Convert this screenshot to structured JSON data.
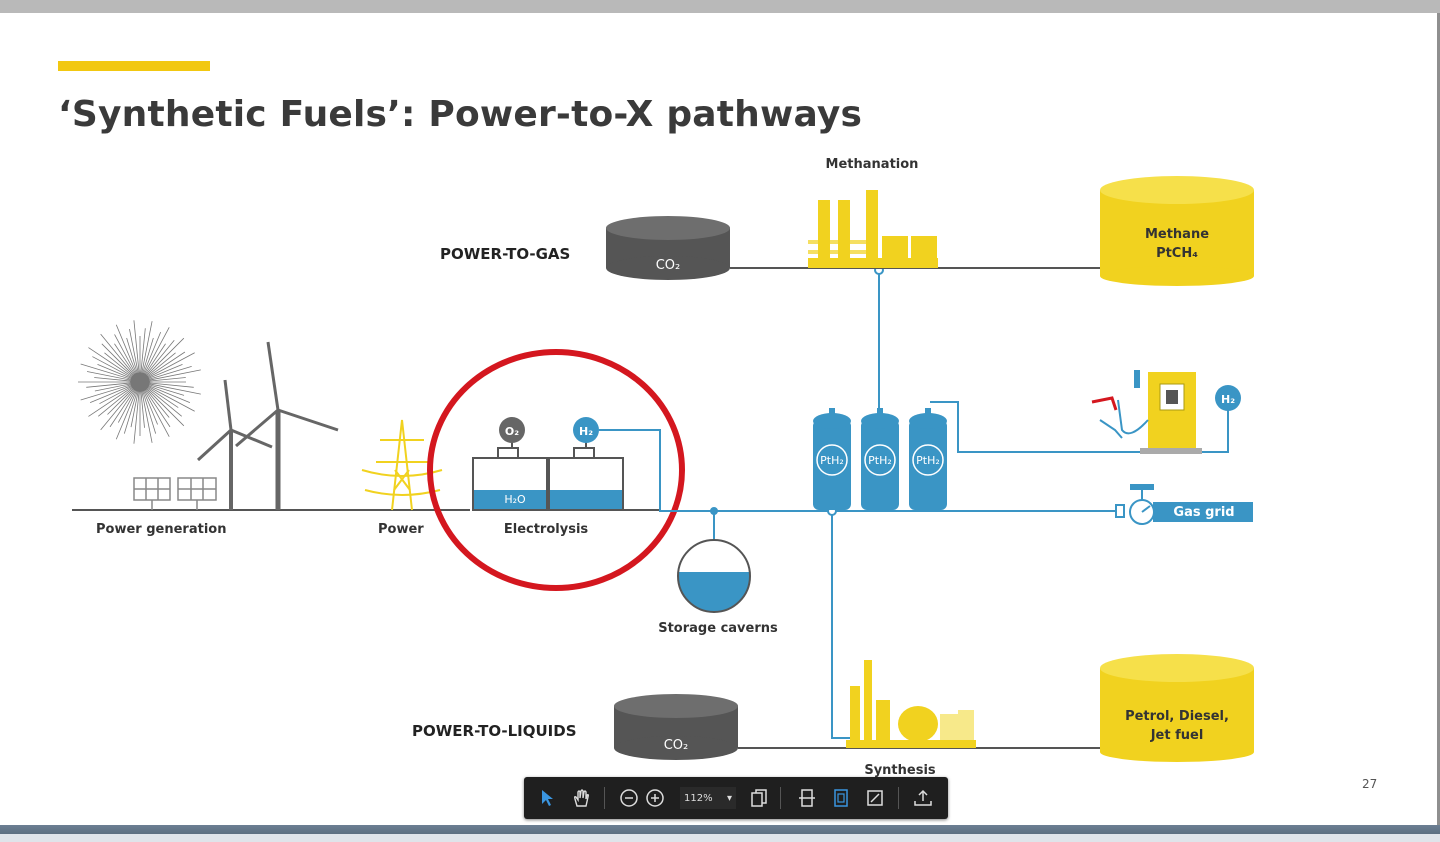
{
  "slide": {
    "title": "‘Synthetic Fuels’: Power-to-X pathways",
    "page_number": "27",
    "accent_color": "#f2c811",
    "blue_color": "#3a95c5",
    "yellow_color": "#f1d21f",
    "dark_color": "#555555"
  },
  "diagram": {
    "power_to_gas": "POWER-TO-GAS",
    "power_to_liquids": "POWER-TO-LIQUIDS",
    "methanation": "Methanation",
    "methane_line1": "Methane",
    "methane_line2": "PtCH₄",
    "co2_top": "CO₂",
    "co2_bottom": "CO₂",
    "power_generation": "Power generation",
    "power": "Power",
    "electrolysis": "Electrolysis",
    "o2": "O₂",
    "h2": "H₂",
    "h2o": "H₂O",
    "tanks": [
      "PtH₂",
      "PtH₂",
      "PtH₂"
    ],
    "h2_station": "H₂",
    "gas_grid": "Gas grid",
    "storage_caverns": "Storage caverns",
    "synthesis": "Synthesis",
    "liquids_line1": "Petrol, Diesel,",
    "liquids_line2": "Jet fuel"
  },
  "toolbar": {
    "zoom_value": "112%",
    "tools": [
      "select-tool",
      "hand-tool",
      "zoom-out",
      "zoom-in",
      "zoom-dropdown",
      "page-view",
      "fit-width",
      "fit-page",
      "full-screen",
      "share"
    ]
  }
}
